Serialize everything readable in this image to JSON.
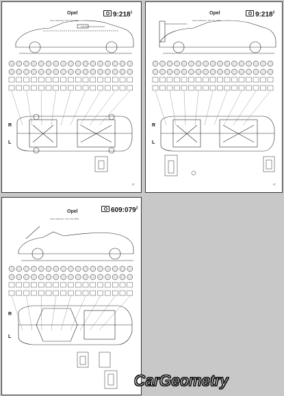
{
  "sheets": [
    {
      "brand": "Opel",
      "subtitle": "Astra Cabriolet / Twin Top 2006-",
      "code": "9:218",
      "code_sup": "1",
      "page": "57",
      "left_label": "R",
      "left_label2": "L"
    },
    {
      "brand": "Opel",
      "subtitle": "Astra Cabriolet / Twin Top 2006-",
      "code": "9:218",
      "code_sup": "2",
      "page": "57",
      "left_label": "R",
      "left_label2": "L"
    },
    {
      "brand": "Opel",
      "subtitle": "Astra Cabriolet / Twin Top 2006-",
      "code": "609:079",
      "code_sup": "2",
      "page": "",
      "left_label": "R",
      "left_label2": "L"
    }
  ],
  "brandmark": "CarGeometry",
  "colors": {
    "background": "#c8c8c8",
    "sheet": "#ffffff",
    "ink": "#111111"
  },
  "icons": [
    "camera-icon"
  ]
}
